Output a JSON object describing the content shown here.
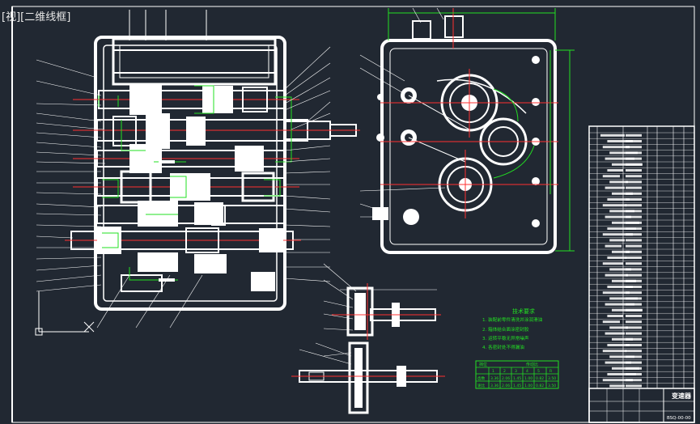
{
  "viewport": {
    "view_label": "[视][二维线框]",
    "background": "#212832"
  },
  "technical_requirements": {
    "heading": "技术要求",
    "lines": [
      "1. 装配前零件清洗并涂润滑油",
      "2. 箱体结合面涂密封胶",
      "3. 运转平稳无异常噪声",
      "4. 各密封处不得漏油"
    ]
  },
  "gear_table": {
    "header_left": "挡位",
    "header_right": "传动比",
    "rows": [
      [
        "",
        "1",
        "2",
        "3",
        "4",
        "5",
        "R"
      ],
      [
        "齿数",
        "3.36",
        "2.06",
        "1.45",
        "1.00",
        "0.82",
        "3.50"
      ],
      [
        "速比",
        "3.36",
        "2.06",
        "1.45",
        "1.00",
        "0.82",
        "3.50"
      ]
    ]
  },
  "title_block": {
    "title": "变速器",
    "drawing_no": "BSQ-00-00"
  },
  "colors": {
    "outline": "#ffffff",
    "centerline": "#ff3030",
    "annotation": "#22e022"
  }
}
